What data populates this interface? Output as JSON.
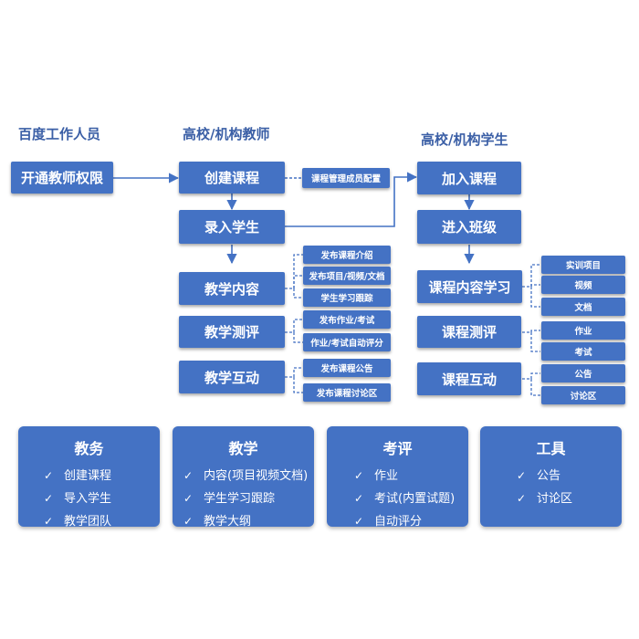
{
  "headers": {
    "baidu_staff": "百度工作人员",
    "teacher": "高校/机构教师",
    "student": "高校/机构学生"
  },
  "flow": {
    "open_permission": "开通教师权限",
    "create_course": "创建课程",
    "course_member_config": "课程管理成员配置",
    "enroll_students": "录入学生",
    "teaching_content": "教学内容",
    "teaching_content_items": [
      "发布课程介绍",
      "发布项目/视频/文档",
      "学生学习跟踪"
    ],
    "teaching_assessment": "教学测评",
    "teaching_assessment_items": [
      "发布作业/考试",
      "作业/考试自动评分"
    ],
    "teaching_interaction": "教学互动",
    "teaching_interaction_items": [
      "发布课程公告",
      "发布课程讨论区"
    ],
    "join_course": "加入课程",
    "join_class": "进入班级",
    "course_content_study": "课程内容学习",
    "course_content_items": [
      "实训项目",
      "视频",
      "文档"
    ],
    "course_assessment": "课程测评",
    "course_assessment_items": [
      "作业",
      "考试"
    ],
    "course_interaction": "课程互动",
    "course_interaction_items": [
      "公告",
      "讨论区"
    ]
  },
  "cards": [
    {
      "title": "教务",
      "items": [
        "创建课程",
        "导入学生",
        "教学团队"
      ]
    },
    {
      "title": "教学",
      "items": [
        "内容(项目视频文档)",
        "学生学习跟踪",
        "教学大纲"
      ]
    },
    {
      "title": "考评",
      "items": [
        "作业",
        "考试(内置试题)",
        "自动评分"
      ]
    },
    {
      "title": "工具",
      "items": [
        "公告",
        "讨论区"
      ]
    }
  ],
  "check_glyph": "✓",
  "colors": {
    "box": "#4472c4",
    "header": "#3b5fa6",
    "line": "#4472c4"
  }
}
